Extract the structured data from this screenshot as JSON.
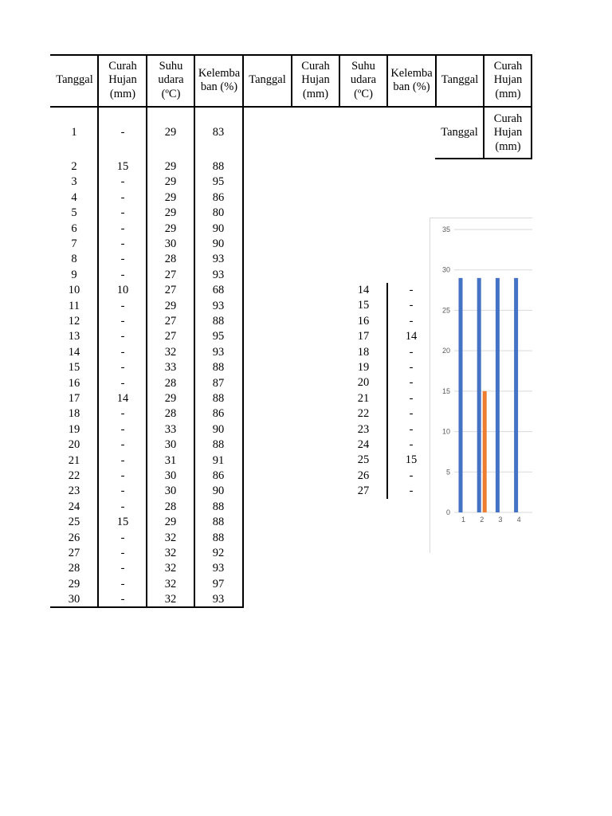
{
  "headers": {
    "tanggal": "Tanggal",
    "curah": [
      "Curah",
      "Hujan",
      "(mm)"
    ],
    "suhu": [
      "Suhu",
      "udara",
      "(ºC)"
    ],
    "kelembaban": [
      "Kelemba",
      "ban (%)"
    ]
  },
  "rows": [
    [
      "1",
      "-",
      "29",
      "83"
    ],
    [
      "2",
      "15",
      "29",
      "88"
    ],
    [
      "3",
      "-",
      "29",
      "95"
    ],
    [
      "4",
      "-",
      "29",
      "86"
    ],
    [
      "5",
      "-",
      "29",
      "80"
    ],
    [
      "6",
      "-",
      "29",
      "90"
    ],
    [
      "7",
      "-",
      "30",
      "90"
    ],
    [
      "8",
      "-",
      "28",
      "93"
    ],
    [
      "9",
      "-",
      "27",
      "93"
    ],
    [
      "10",
      "10",
      "27",
      "68"
    ],
    [
      "11",
      "-",
      "29",
      "93"
    ],
    [
      "12",
      "-",
      "27",
      "88"
    ],
    [
      "13",
      "-",
      "27",
      "95"
    ],
    [
      "14",
      "-",
      "32",
      "93"
    ],
    [
      "15",
      "-",
      "33",
      "88"
    ],
    [
      "16",
      "-",
      "28",
      "87"
    ],
    [
      "17",
      "14",
      "29",
      "88"
    ],
    [
      "18",
      "-",
      "28",
      "86"
    ],
    [
      "19",
      "-",
      "33",
      "90"
    ],
    [
      "20",
      "-",
      "30",
      "88"
    ],
    [
      "21",
      "-",
      "31",
      "91"
    ],
    [
      "22",
      "-",
      "30",
      "86"
    ],
    [
      "23",
      "-",
      "30",
      "90"
    ],
    [
      "24",
      "-",
      "28",
      "88"
    ],
    [
      "25",
      "15",
      "29",
      "88"
    ],
    [
      "26",
      "-",
      "32",
      "88"
    ],
    [
      "27",
      "-",
      "32",
      "92"
    ],
    [
      "28",
      "-",
      "32",
      "93"
    ],
    [
      "29",
      "-",
      "32",
      "97"
    ],
    [
      "30",
      "-",
      "32",
      "93"
    ]
  ],
  "middle_rows": [
    [
      "14",
      "-"
    ],
    [
      "15",
      "-"
    ],
    [
      "16",
      "-"
    ],
    [
      "17",
      "14"
    ],
    [
      "18",
      "-"
    ],
    [
      "19",
      "-"
    ],
    [
      "20",
      "-"
    ],
    [
      "21",
      "-"
    ],
    [
      "22",
      "-"
    ],
    [
      "23",
      "-"
    ],
    [
      "24",
      "-"
    ],
    [
      "25",
      "15"
    ],
    [
      "26",
      "-"
    ],
    [
      "27",
      "-"
    ]
  ],
  "chart_data": {
    "type": "bar",
    "categories": [
      "1",
      "2",
      "3",
      "4"
    ],
    "series": [
      {
        "values": [
          29,
          29,
          29,
          29
        ],
        "color": "#4472c4"
      },
      {
        "values": [
          0,
          15,
          0,
          0
        ],
        "color": "#ed7d31"
      }
    ],
    "ylim": [
      0,
      35
    ],
    "yticks": [
      "0",
      "5",
      "10",
      "15",
      "20",
      "25",
      "30",
      "35"
    ],
    "grid": true
  }
}
